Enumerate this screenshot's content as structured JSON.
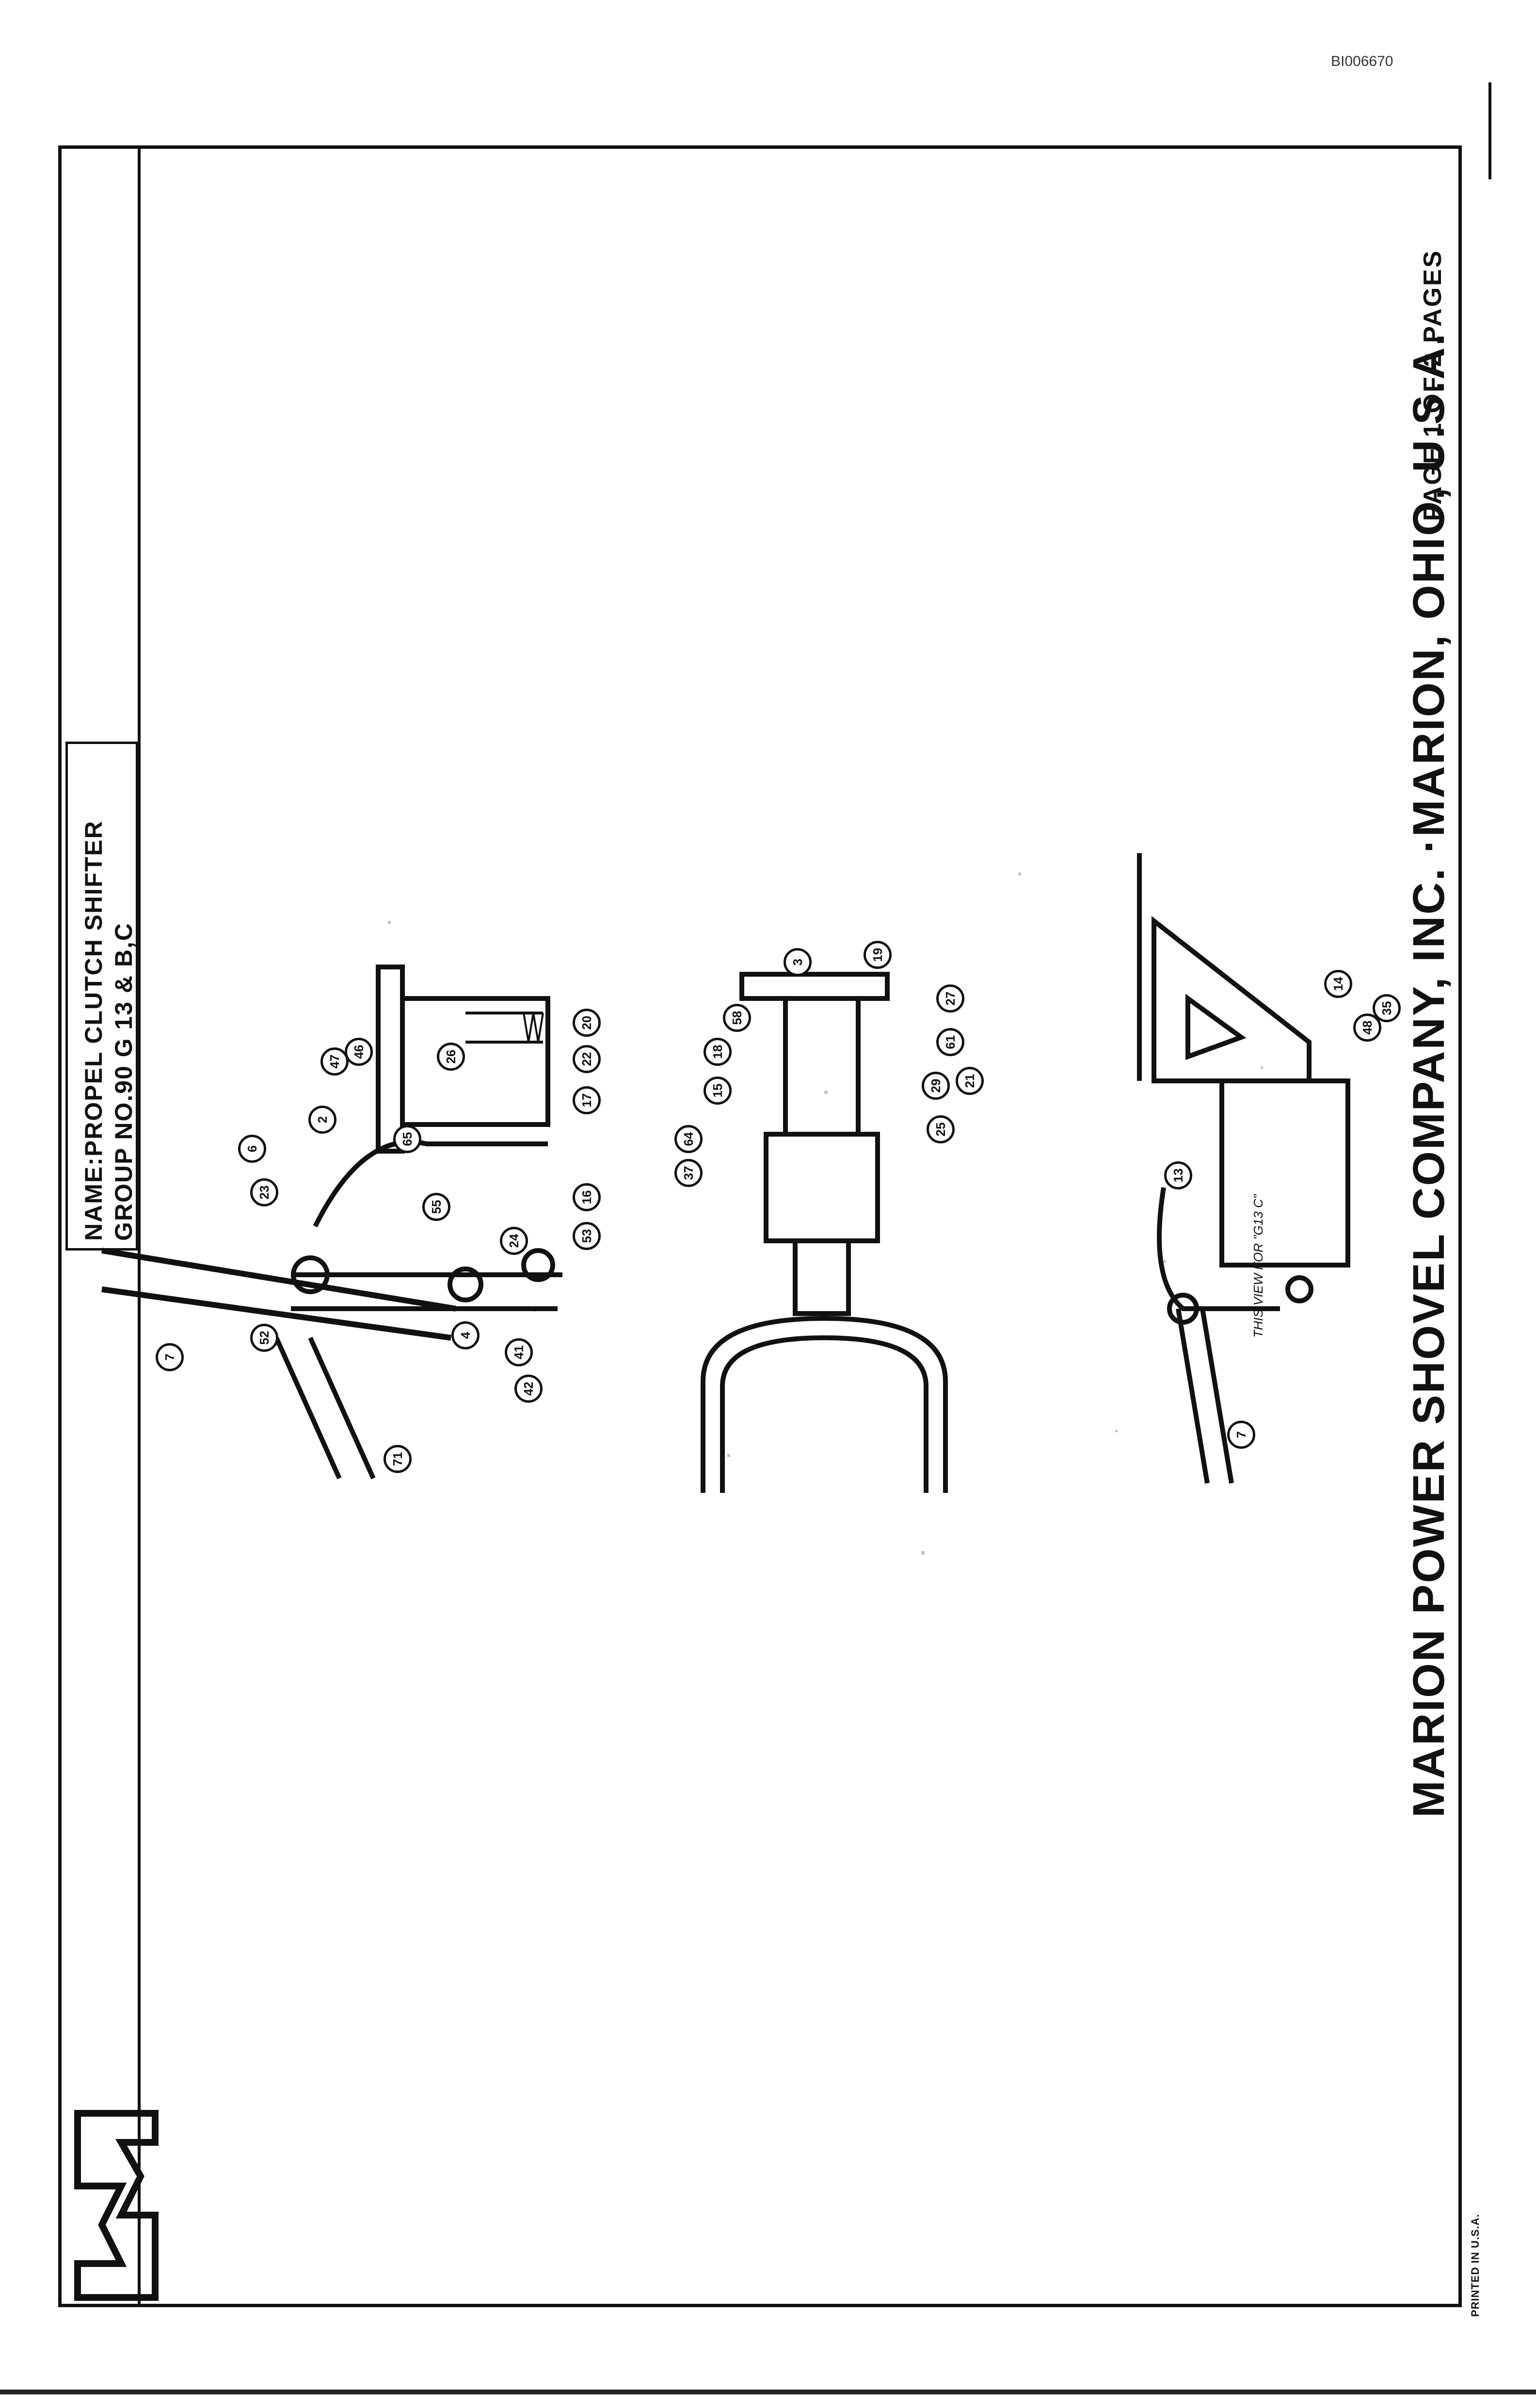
{
  "document_id": "BI006670",
  "title_block": {
    "name_line": "NAME:PROPEL  CLUTCH  SHIFTER",
    "group_line": "GROUP NO.90  G 13  & B,C"
  },
  "footer": {
    "company": "MARION  POWER  SHOVEL  COMPANY, INC. ·MARION,  OHIO,  U.S.A.",
    "page": "PAGE  1  OF  2  PAGES",
    "printed": "PRINTED IN U.S.A."
  },
  "view_note": "THIS VIEW FOR \"G13 C\"",
  "left_view_callouts": [
    "6",
    "2",
    "47",
    "46",
    "26",
    "20",
    "22",
    "17",
    "65",
    "23",
    "55",
    "16",
    "53",
    "24",
    "4",
    "41",
    "42",
    "52",
    "7",
    "71"
  ],
  "center_view_callouts": [
    "3",
    "19",
    "27",
    "58",
    "18",
    "61",
    "15",
    "21",
    "29",
    "64",
    "37",
    "25"
  ],
  "right_view_callouts": [
    "14",
    "35",
    "48",
    "13",
    "7"
  ]
}
